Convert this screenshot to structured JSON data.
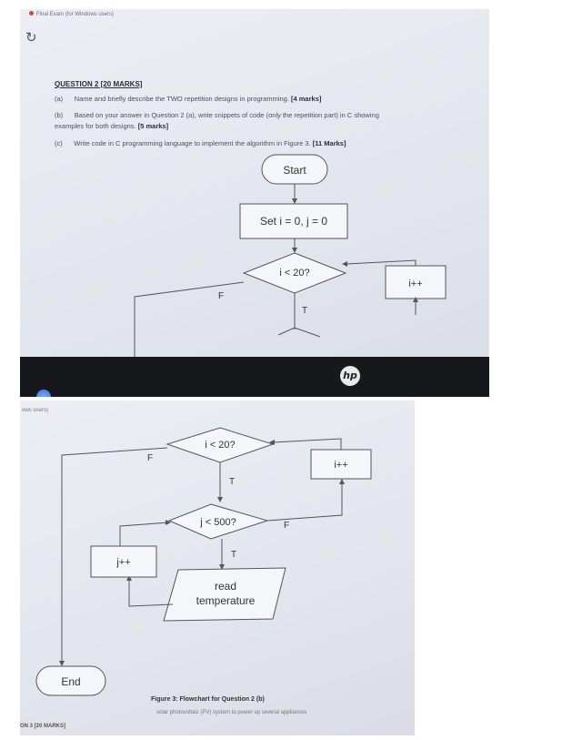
{
  "window": {
    "tab_title": "Final Exam (for Windows users)",
    "cut_tab_title": "ows users)"
  },
  "question": {
    "heading": "QUESTION 2 [20 MARKS]",
    "a_label": "(a)",
    "a_text": "Name and briefly describe the TWO repetition designs in programming.",
    "a_marks": "[4 marks]",
    "b_label": "(b)",
    "b_text": "Based on your answer in Question 2 (a), write snippets of code (only the repetition part) in C showing",
    "b_text_cont": "examples for both designs.",
    "b_marks": "[5 marks]",
    "c_label": "(c)",
    "c_text": "Write code in C programming language to implement the algorithm in Figure 3.",
    "c_marks": "[11 Marks]"
  },
  "flowchart": {
    "start": "Start",
    "init": "Set i = 0, j = 0",
    "cond_i": "i < 20?",
    "cond_j": "j < 500?",
    "inc_i": "i++",
    "inc_j": "j++",
    "io": [
      "read",
      "temperature"
    ],
    "end": "End",
    "true_label": "T",
    "false_label": "F"
  },
  "caption": "Figure 3: Flowchart for Question 2 (b)",
  "bottom": {
    "next_question": "ON 3 [20 MARKS]",
    "next_text": "solar photovoltaic (PV) system to power up several appliances"
  },
  "brand": {
    "logo": "hp"
  },
  "colors": {
    "screen": "#e6e8f0",
    "bezel": "#17181c",
    "ink": "#333333"
  }
}
